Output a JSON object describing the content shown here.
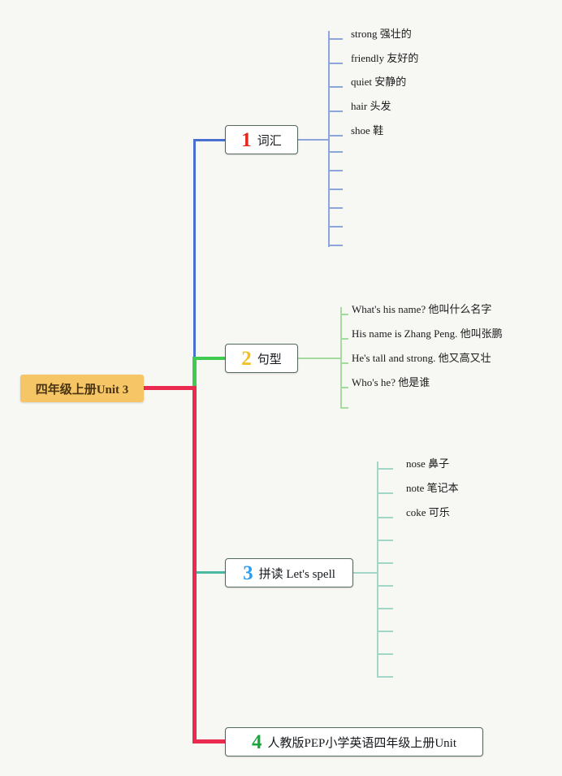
{
  "colors": {
    "bg": "#f7f7f4",
    "text": "#1a1a1a",
    "root-bg": "#f6c566",
    "root-fg": "#4a3412",
    "box-border": "#54685c",
    "red": "#ea2a4e",
    "blue": "#4a6fd0",
    "green": "#3ecb50",
    "teal": "#4ab9a2",
    "leaf-blue": "#8ca6dc",
    "leaf-green": "#a5dc9d",
    "leaf-teal": "#a2d6c6",
    "num1": "#e0281e",
    "num2": "#f0c020",
    "num3": "#2a9df4",
    "num4": "#1aa83c"
  },
  "root": {
    "label": "四年级上册Unit 3"
  },
  "branches": [
    {
      "num": "1",
      "label": "词汇",
      "leaves": [
        "strong 强壮的",
        "friendly 友好的",
        "quiet 安静的",
        "hair 头发",
        "shoe 鞋"
      ]
    },
    {
      "num": "2",
      "label": "句型",
      "leaves": [
        "What's his name? 他叫什么名字",
        "His name is Zhang Peng. 他叫张鹏",
        "He's tall and strong. 他又高又壮",
        "Who's he? 他是谁"
      ]
    },
    {
      "num": "3",
      "label": "拼读 Let's spell",
      "leaves": [
        "nose 鼻子",
        "note 笔记本",
        "coke 可乐"
      ]
    },
    {
      "num": "4",
      "label": "人教版PEP小学英语四年级上册Unit",
      "leaves": []
    }
  ]
}
